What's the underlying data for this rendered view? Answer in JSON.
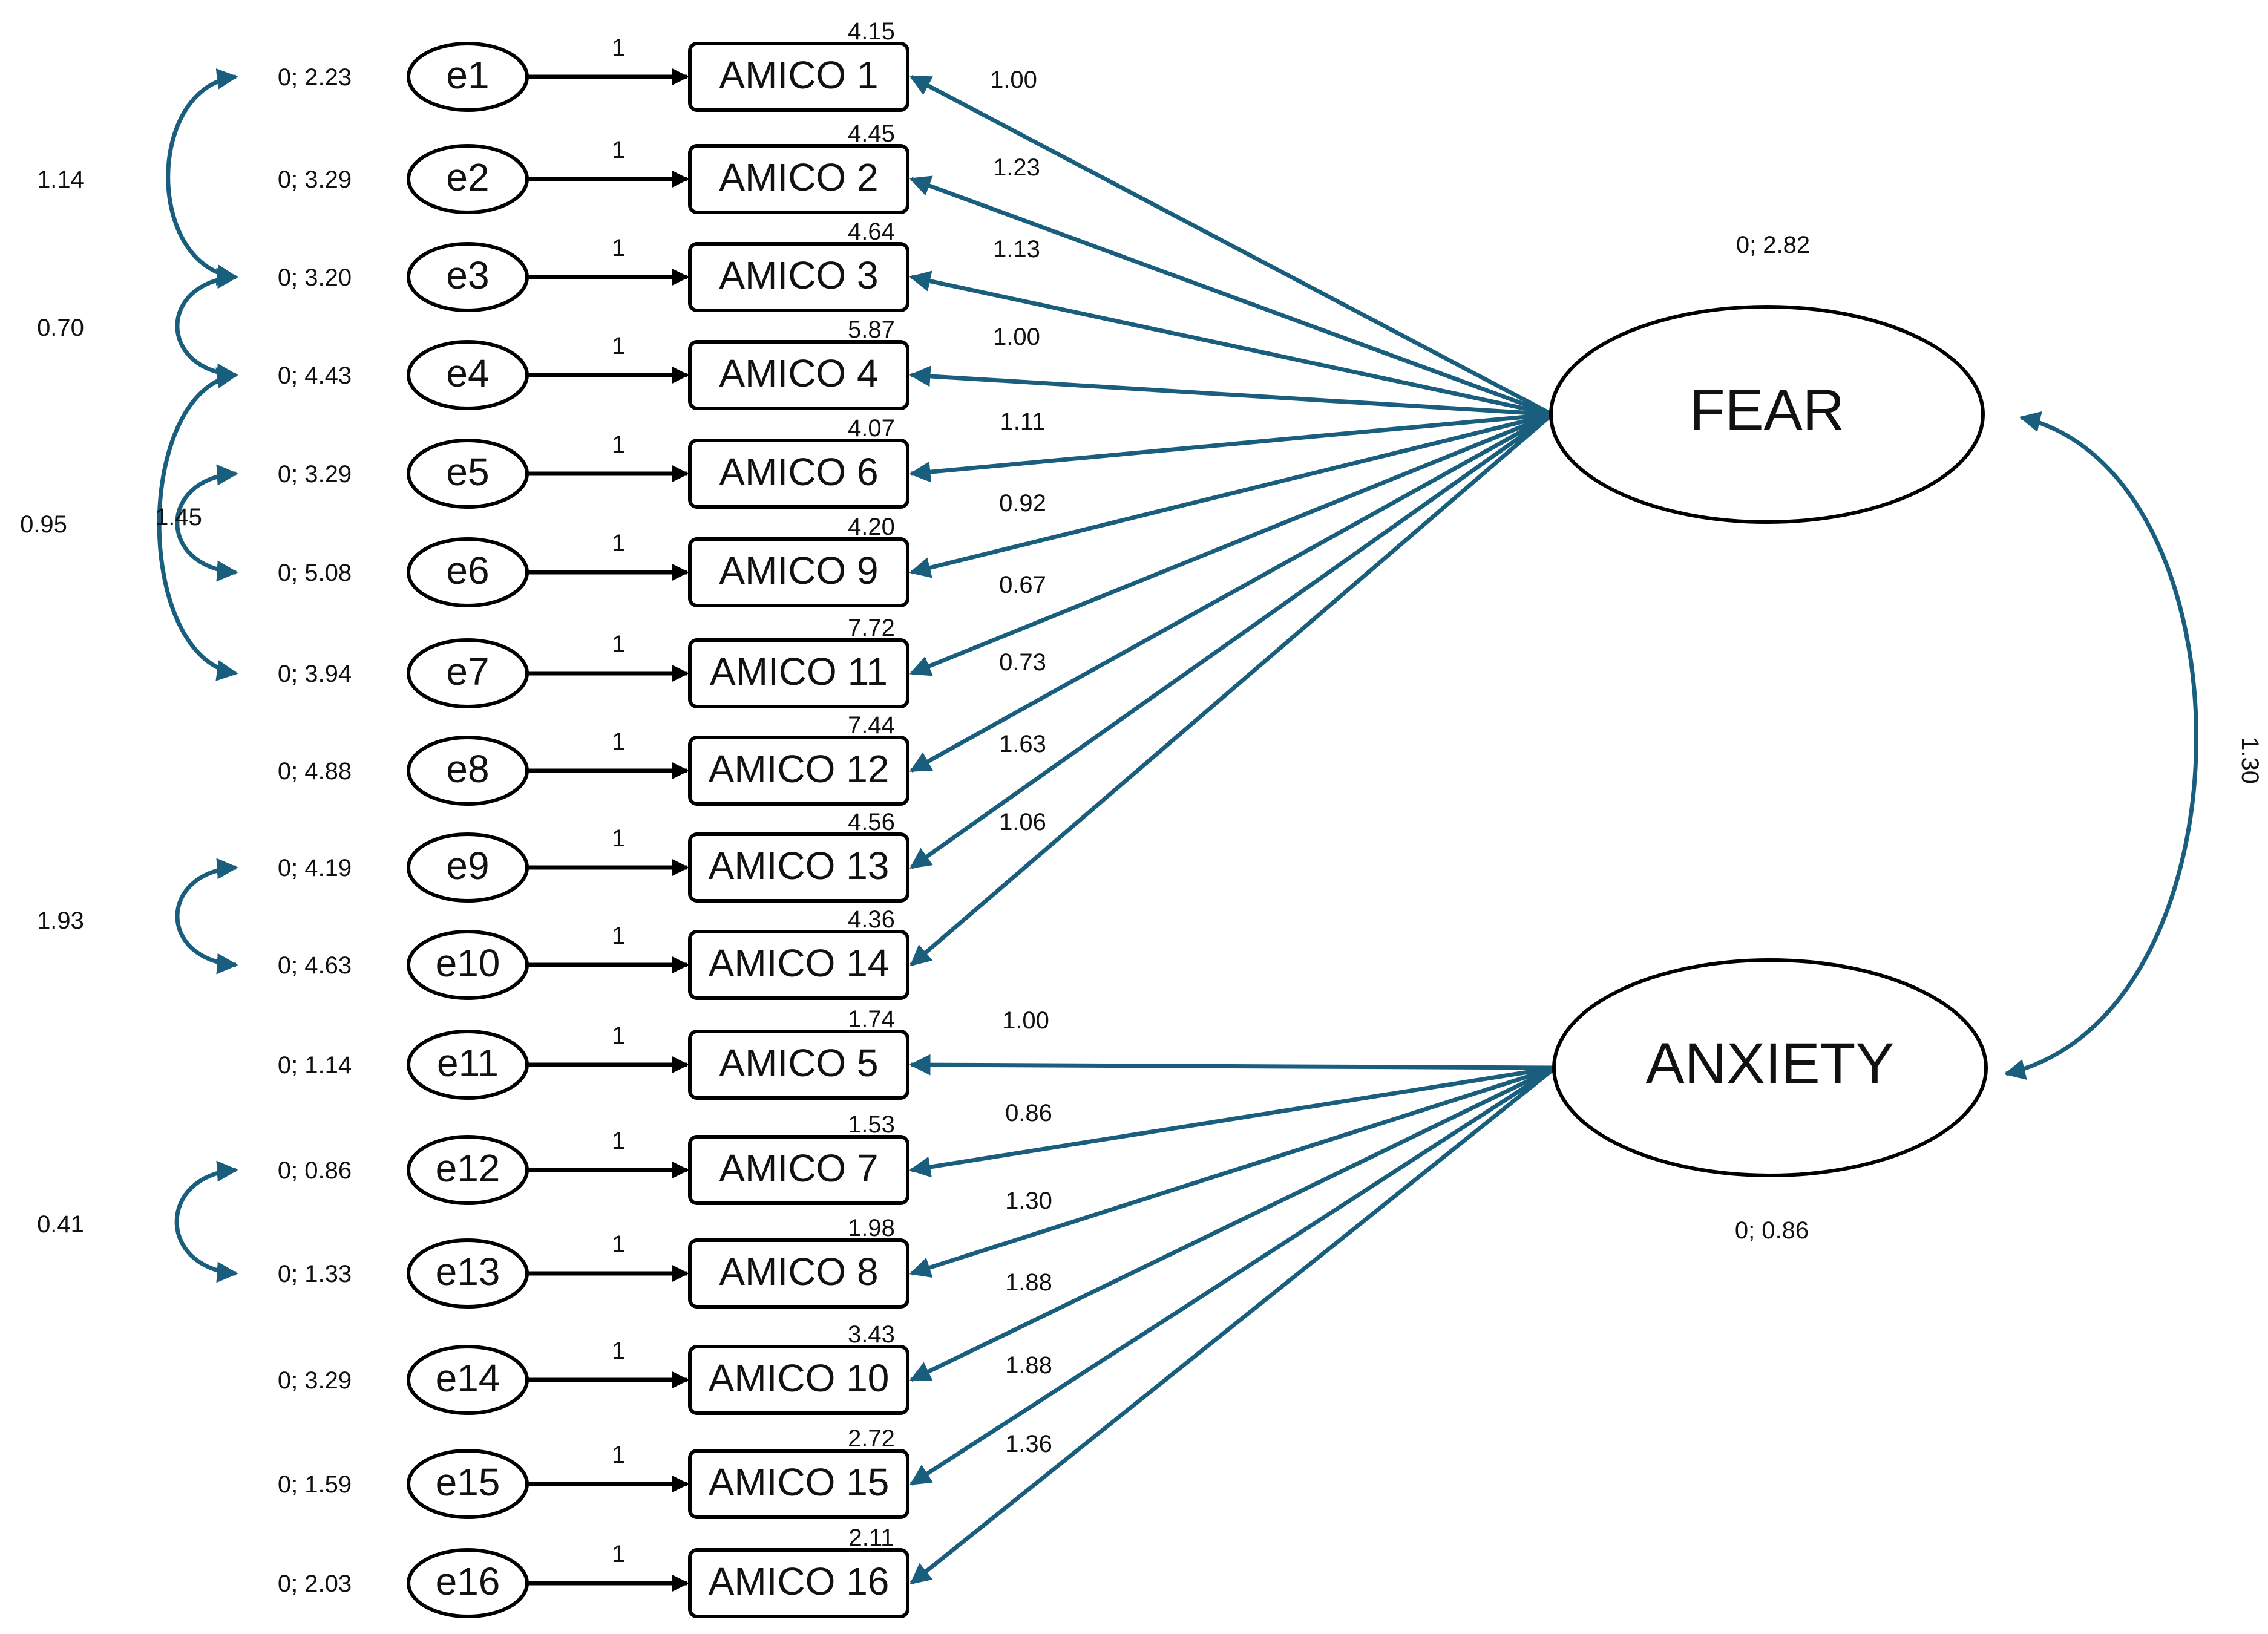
{
  "colors": {
    "path": "#1a5e7e",
    "error_path": "#000000"
  },
  "latents": [
    {
      "label": "FEAR",
      "variance": "0; 2.82"
    },
    {
      "label": "ANXIETY",
      "variance": "0; 0.86"
    }
  ],
  "latent_covariance": "1.30",
  "indicators": [
    {
      "error": "e1",
      "error_var": "0; 2.23",
      "error_path": "1",
      "label": "AMICO 1",
      "intercept": "4.15",
      "loading": "1.00",
      "factor": 0
    },
    {
      "error": "e2",
      "error_var": "0; 3.29",
      "error_path": "1",
      "label": "AMICO 2",
      "intercept": "4.45",
      "loading": "1.23",
      "factor": 0
    },
    {
      "error": "e3",
      "error_var": "0; 3.20",
      "error_path": "1",
      "label": "AMICO 3",
      "intercept": "4.64",
      "loading": "1.13",
      "factor": 0
    },
    {
      "error": "e4",
      "error_var": "0; 4.43",
      "error_path": "1",
      "label": "AMICO 4",
      "intercept": "5.87",
      "loading": "1.00",
      "factor": 0
    },
    {
      "error": "e5",
      "error_var": "0; 3.29",
      "error_path": "1",
      "label": "AMICO 6",
      "intercept": "4.07",
      "loading": "1.11",
      "factor": 0
    },
    {
      "error": "e6",
      "error_var": "0; 5.08",
      "error_path": "1",
      "label": "AMICO 9",
      "intercept": "4.20",
      "loading": "0.92",
      "factor": 0
    },
    {
      "error": "e7",
      "error_var": "0; 3.94",
      "error_path": "1",
      "label": "AMICO 11",
      "intercept": "7.72",
      "loading": "0.67",
      "factor": 0
    },
    {
      "error": "e8",
      "error_var": "0; 4.88",
      "error_path": "1",
      "label": "AMICO 12",
      "intercept": "7.44",
      "loading": "0.73",
      "factor": 0
    },
    {
      "error": "e9",
      "error_var": "0; 4.19",
      "error_path": "1",
      "label": "AMICO 13",
      "intercept": "4.56",
      "loading": "1.63",
      "factor": 0
    },
    {
      "error": "e10",
      "error_var": "0; 4.63",
      "error_path": "1",
      "label": "AMICO 14",
      "intercept": "4.36",
      "loading": "1.06",
      "factor": 0
    },
    {
      "error": "e11",
      "error_var": "0; 1.14",
      "error_path": "1",
      "label": "AMICO 5",
      "intercept": "1.74",
      "loading": "1.00",
      "factor": 1
    },
    {
      "error": "e12",
      "error_var": "0; 0.86",
      "error_path": "1",
      "label": "AMICO 7",
      "intercept": "1.53",
      "loading": "0.86",
      "factor": 1
    },
    {
      "error": "e13",
      "error_var": "0; 1.33",
      "error_path": "1",
      "label": "AMICO 8",
      "intercept": "1.98",
      "loading": "1.30",
      "factor": 1
    },
    {
      "error": "e14",
      "error_var": "0; 3.29",
      "error_path": "1",
      "label": "AMICO 10",
      "intercept": "3.43",
      "loading": "1.88",
      "factor": 1
    },
    {
      "error": "e15",
      "error_var": "0; 1.59",
      "error_path": "1",
      "label": "AMICO 15",
      "intercept": "2.72",
      "loading": "1.88",
      "factor": 1
    },
    {
      "error": "e16",
      "error_var": "0; 2.03",
      "error_path": "1",
      "label": "AMICO 16",
      "intercept": "2.11",
      "loading": "1.36",
      "factor": 1
    }
  ],
  "error_covariances": [
    {
      "from": "e1",
      "to": "e3",
      "value": "1.14"
    },
    {
      "from": "e3",
      "to": "e4",
      "value": "0.70"
    },
    {
      "from": "e4",
      "to": "e7",
      "value": "0.95"
    },
    {
      "from": "e5",
      "to": "e6",
      "value": "1.45"
    },
    {
      "from": "e9",
      "to": "e10",
      "value": "1.93"
    },
    {
      "from": "e12",
      "to": "e13",
      "value": "0.41"
    }
  ]
}
